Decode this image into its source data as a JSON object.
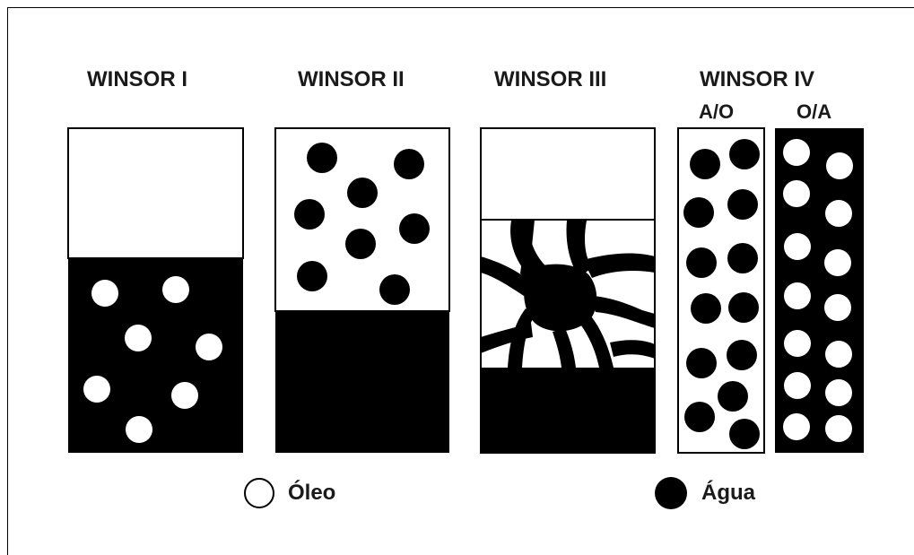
{
  "titles": {
    "winsor1": "WINSOR I",
    "winsor2": "WINSOR II",
    "winsor3": "WINSOR III",
    "winsor4": "WINSOR IV"
  },
  "winsor4_sublabels": {
    "left": "A/O",
    "right": "O/A"
  },
  "legend": {
    "oil": "Óleo",
    "water": "Água"
  },
  "colors": {
    "oil": "#ffffff",
    "water": "#000000"
  }
}
